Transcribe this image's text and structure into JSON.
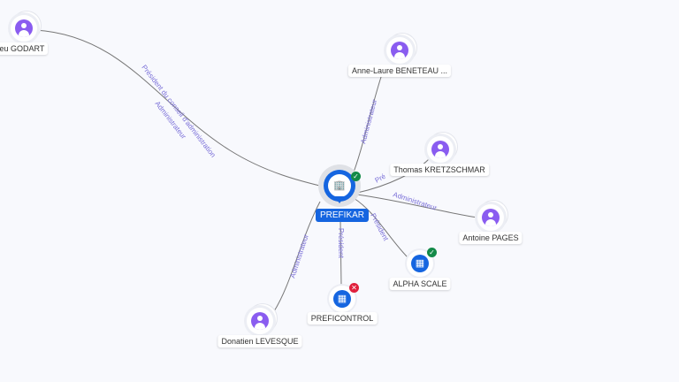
{
  "center": {
    "name": "PREFIKAR",
    "status": "active",
    "icon": "building-icon"
  },
  "nodes": [
    {
      "id": "godart",
      "name": "thieu GODART",
      "type": "person"
    },
    {
      "id": "beneteau",
      "name": "Anne-Laure BENETEAU ...",
      "type": "person"
    },
    {
      "id": "kretzschmar",
      "name": "Thomas KRETZSCHMAR",
      "type": "person"
    },
    {
      "id": "pages",
      "name": "Antoine PAGES",
      "type": "person"
    },
    {
      "id": "alpha",
      "name": "ALPHA SCALE",
      "type": "company",
      "status": "active"
    },
    {
      "id": "preficontrol",
      "name": "PREFICONTROL",
      "type": "company",
      "status": "closed"
    },
    {
      "id": "levesque",
      "name": "Donatien LEVESQUE",
      "type": "person"
    }
  ],
  "edges": {
    "godart_1": "Président du conseil d'administration",
    "godart_2": "Administrateur",
    "beneteau": "Administrateur",
    "kretzschmar": "Pré",
    "pages": "Administrateur",
    "alpha": "Président",
    "preficontrol": "Président",
    "levesque": "Administrateur"
  },
  "colors": {
    "accent": "#1565e0",
    "person": "#8a5cf0",
    "edge_label": "#7a6fd8",
    "active": "#138a48",
    "closed": "#e0203c"
  }
}
